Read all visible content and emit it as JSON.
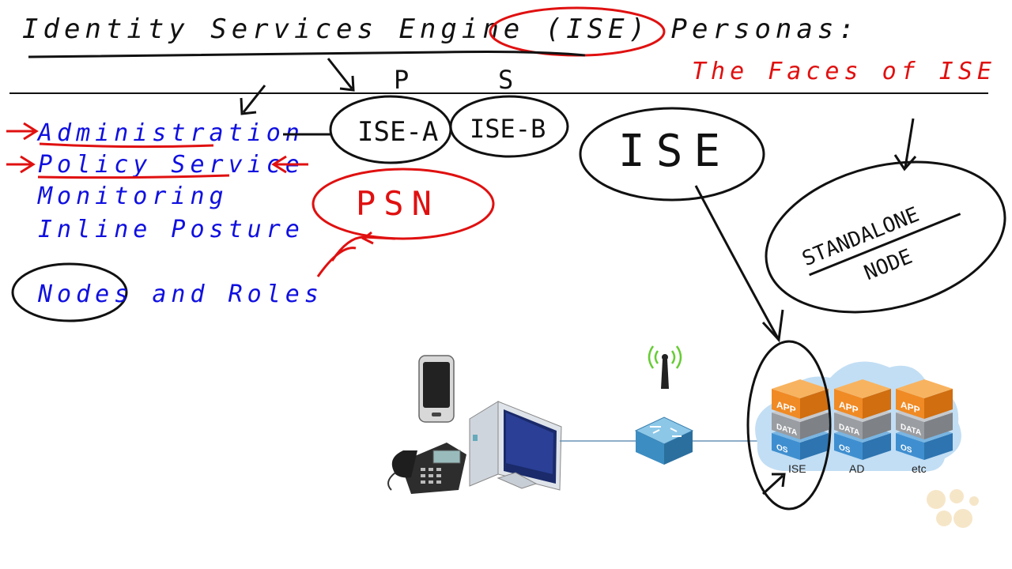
{
  "title": "Identity Services Engine (ISE) Personas:",
  "subtitle": "The Faces of ISE",
  "markers": {
    "primary": "P",
    "secondary": "S"
  },
  "personas": [
    {
      "label": "Administration",
      "color": "#1010e0"
    },
    {
      "label": "Policy Service",
      "color": "#1010e0"
    },
    {
      "label": "Monitoring",
      "color": "#1010e0"
    },
    {
      "label": "Inline Posture",
      "color": "#1010e0"
    }
  ],
  "nodes_roles": "Nodes and Roles",
  "nodes": {
    "a": "ISE-A",
    "b": "ISE-B"
  },
  "psn": "PSN",
  "ise_big": "ISE",
  "standalone": {
    "line1": "STANDALONE",
    "line2": "NODE"
  },
  "servers": [
    {
      "label": "ISE",
      "app": "APP",
      "data": "DATA",
      "os": "OS"
    },
    {
      "label": "AD",
      "app": "APP",
      "data": "DATA",
      "os": "OS"
    },
    {
      "label": "etc",
      "app": "APP",
      "data": "DATA",
      "os": "OS"
    }
  ],
  "devices": [
    "smartphone-icon",
    "telephone-icon",
    "desktop-computer-icon",
    "wireless-antenna-icon",
    "switch-icon"
  ],
  "colors": {
    "ink": "#111111",
    "red": "#e01010",
    "blue": "#1010e0",
    "app_orange": "#f08a24",
    "os_blue": "#3f8fd0",
    "cloud": "#bcdcf5"
  }
}
